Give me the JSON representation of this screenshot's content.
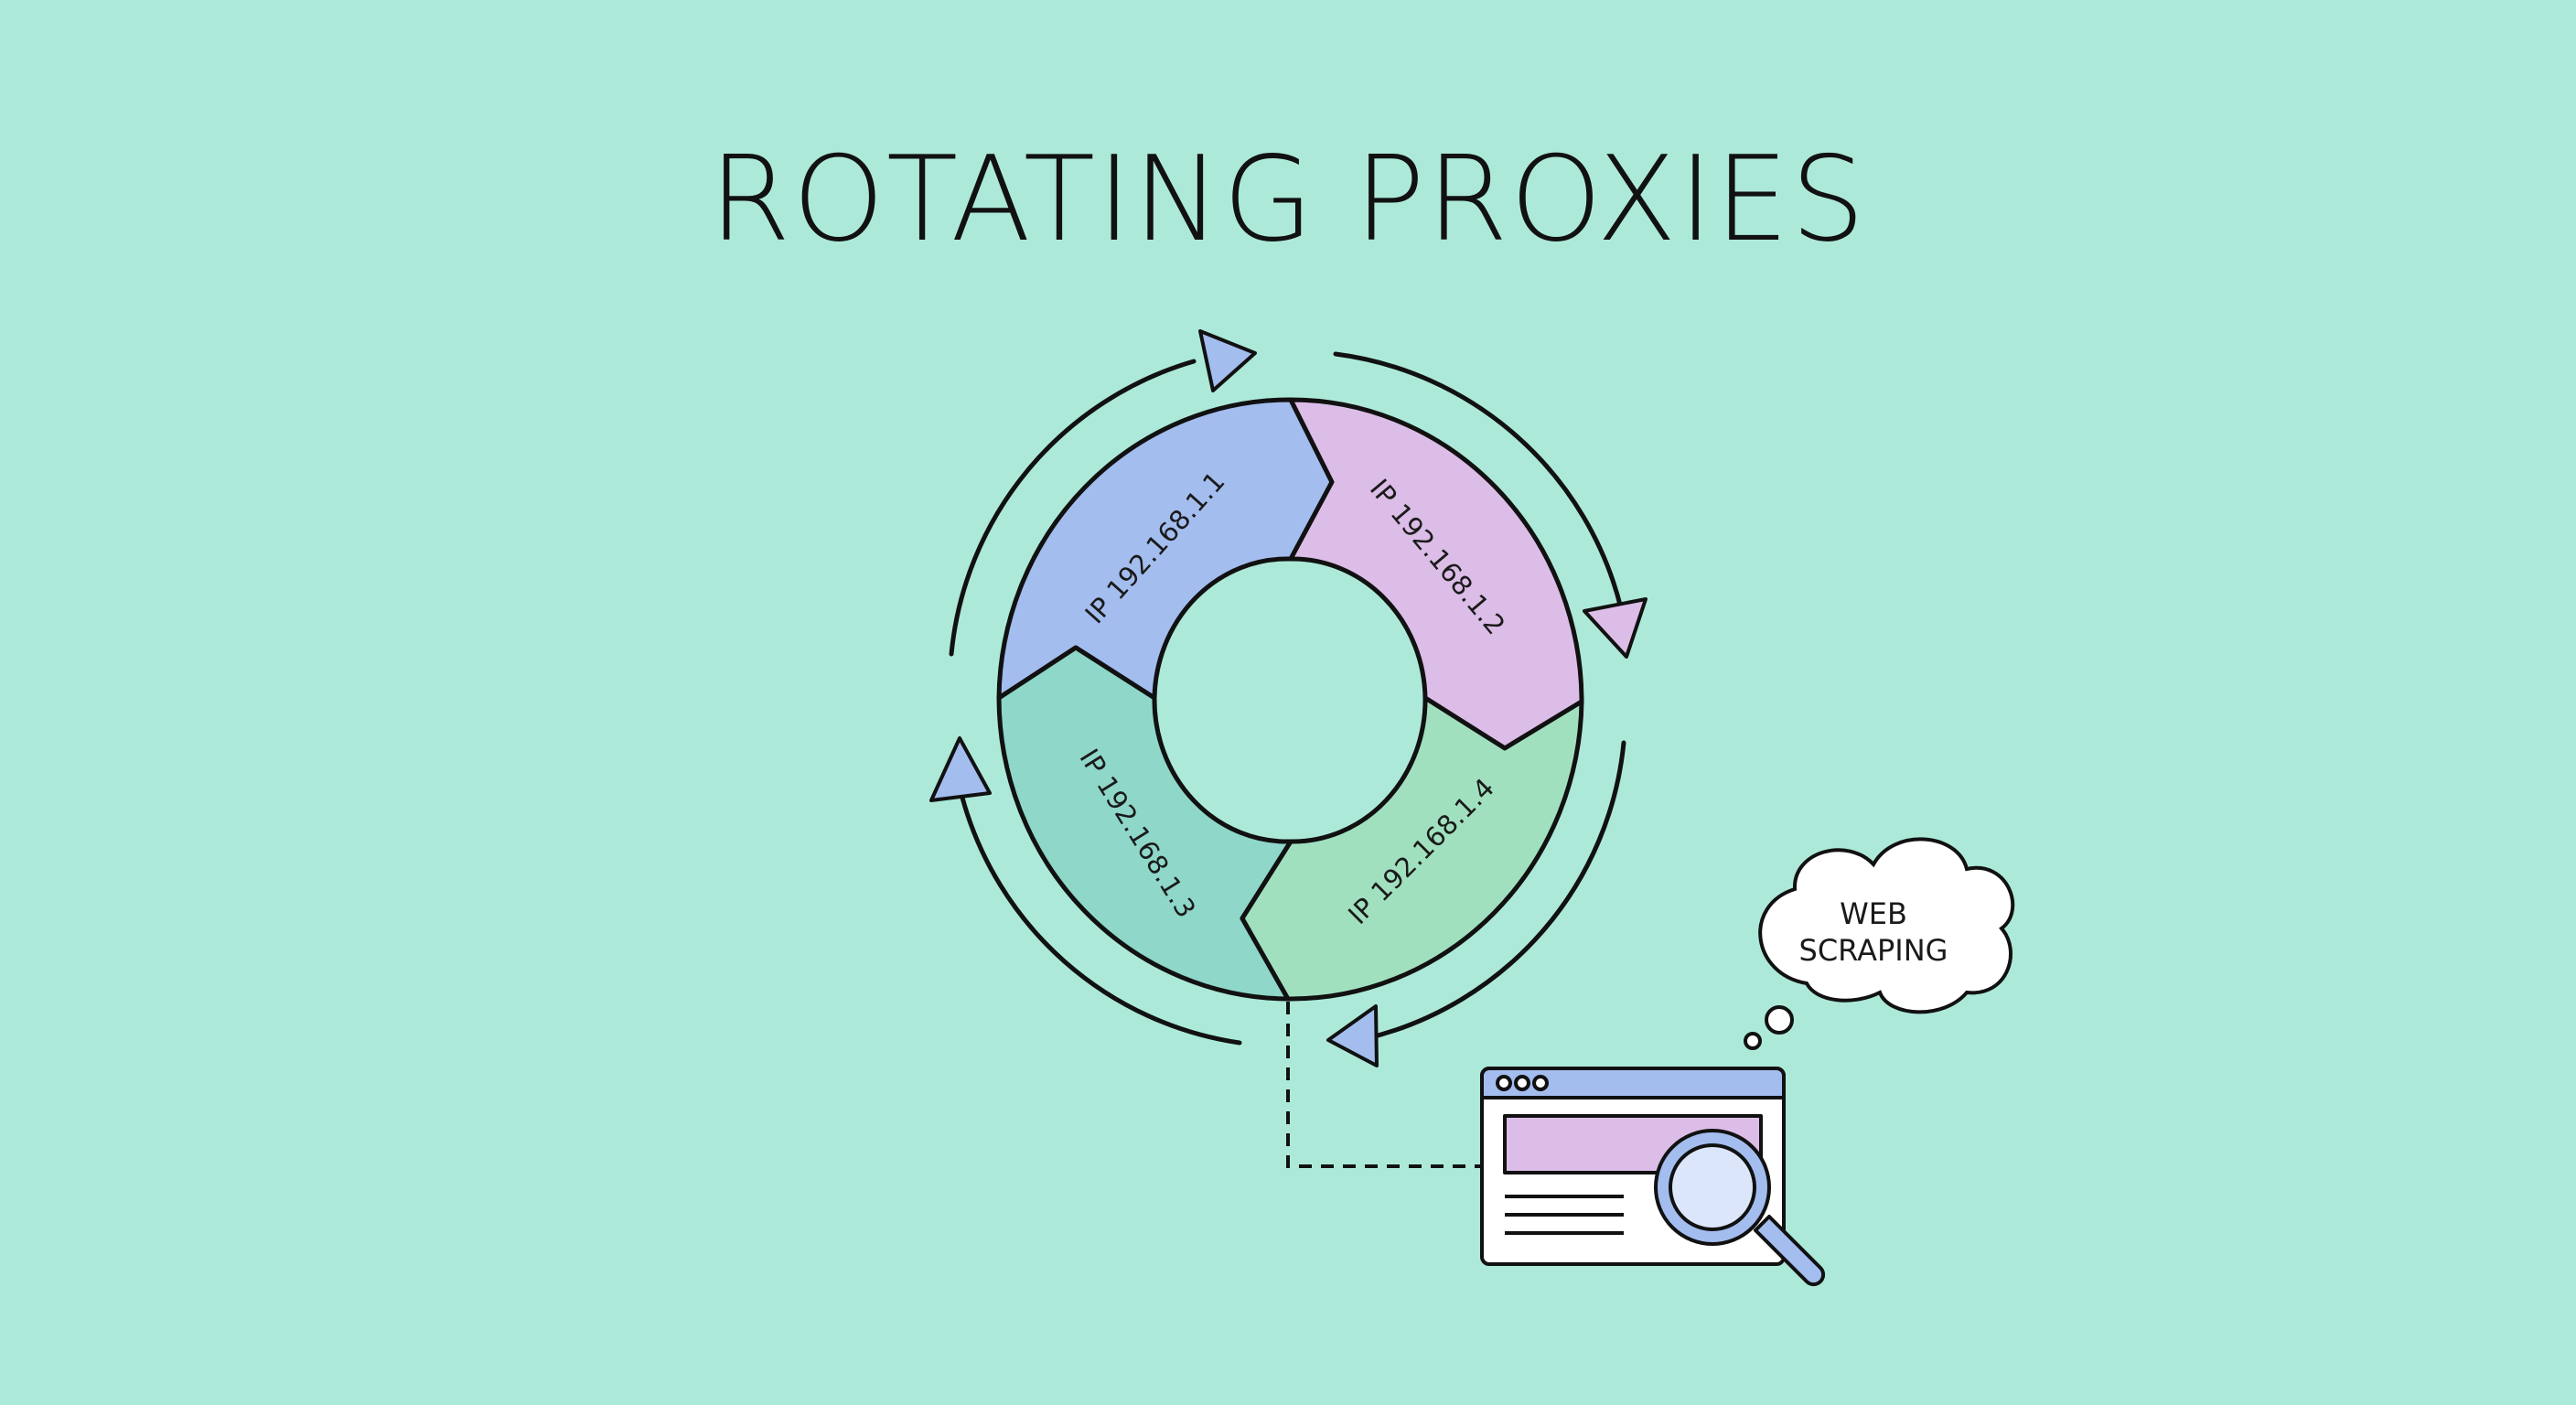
{
  "title": "ROTATING PROXIES",
  "proxies": [
    {
      "label": "IP 192.168.1.1",
      "color": "#a4bdef"
    },
    {
      "label": "IP 192.168.1.2",
      "color": "#dcbde7"
    },
    {
      "label": "IP 192.168.1.3",
      "color": "#8ed7c9"
    },
    {
      "label": "IP 192.168.1.4",
      "color": "#a1e0bf"
    }
  ],
  "thought_bubble": {
    "line1": "WEB",
    "line2": "SCRAPING"
  },
  "browser": {
    "icon": "browser-window-icon",
    "magnifier_icon": "magnifying-glass-icon",
    "titlebar_color": "#a4bdef",
    "content_color": "#dcbde7",
    "lens_color": "#dbe6fb"
  },
  "colors": {
    "background": "#ade9d9",
    "stroke": "#111111",
    "arrowhead_fill": "#a4bdef",
    "arrowhead_fill_alt": "#dcbde7"
  }
}
